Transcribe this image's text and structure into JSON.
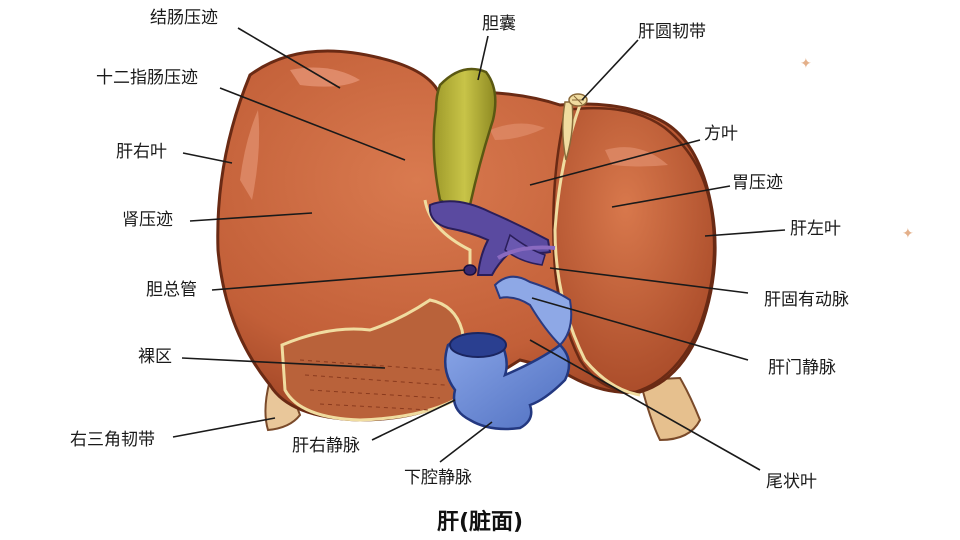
{
  "title": "肝(脏面)",
  "labels": {
    "colon_impression": "结肠压迹",
    "gallbladder": "胆囊",
    "round_ligament": "肝圆韧带",
    "duodenal_impression": "十二指肠压迹",
    "quadrate_lobe": "方叶",
    "right_lobe": "肝右叶",
    "gastric_impression": "胃压迹",
    "renal_impression": "肾压迹",
    "left_lobe": "肝左叶",
    "common_bile_duct": "胆总管",
    "hepatic_artery_proper": "肝固有动脉",
    "bare_area": "裸区",
    "portal_vein": "肝门静脉",
    "right_triangular_ligament": "右三角韧带",
    "right_hepatic_vein": "肝右静脉",
    "caudate_lobe": "尾状叶",
    "inferior_vena_cava": "下腔静脉"
  },
  "colors": {
    "liver": "#c8643d",
    "liver_dark": "#8a3a1e",
    "gallbladder": "#b8b43a",
    "portal_vein": "#5a4aa0",
    "vena_cava": "#6f8fd8",
    "ligament": "#f0dca0"
  }
}
